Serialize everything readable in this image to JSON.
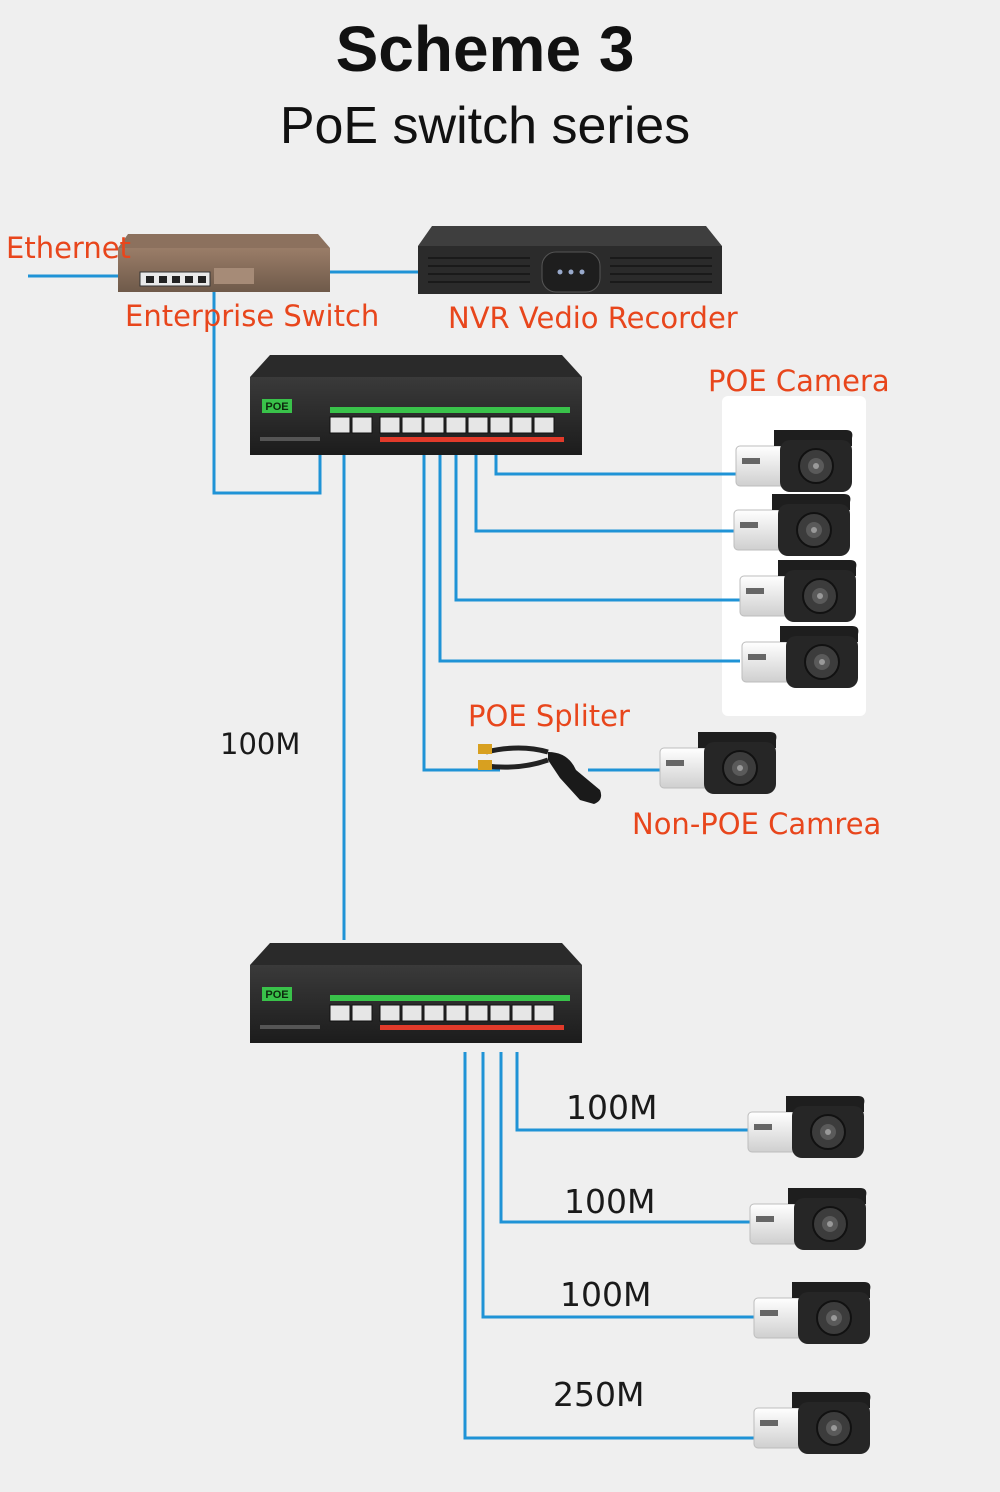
{
  "header": {
    "title": "Scheme 3",
    "subtitle": "PoE switch series"
  },
  "labels": {
    "ethernet": "Ethernet",
    "enterprise_switch": "Enterprise Switch",
    "nvr": "NVR Vedio Recorder",
    "poe_camera": "POE Camera",
    "poe_splitter": "POE Spliter",
    "non_poe_camera": "Non-POE Camrea",
    "uplink_distance": "100M",
    "cam_distances": [
      "100M",
      "100M",
      "100M",
      "250M"
    ]
  },
  "switch_badge": "POE",
  "colors": {
    "wire": "#1f93d6",
    "label_red": "#e8461c",
    "badge_green": "#39c24a",
    "port_red": "#e23a2a"
  },
  "icons": {
    "switch": "poe-switch-icon",
    "camera": "bullet-camera-icon",
    "splitter": "poe-splitter-icon",
    "nvr": "nvr-icon",
    "enterprise_switch": "enterprise-switch-icon"
  }
}
